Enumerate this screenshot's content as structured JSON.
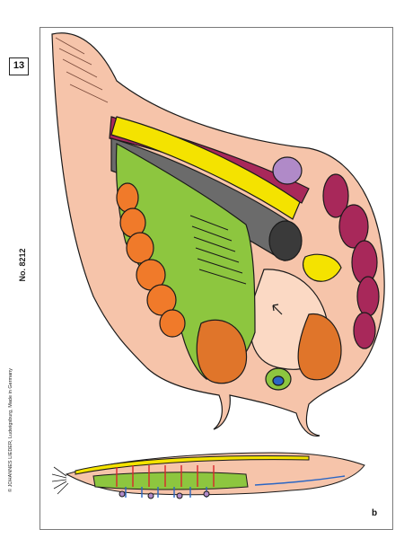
{
  "plate_number": "13",
  "catalog_number": "No. 8212",
  "copyright": "© JOHANNES LIEDER, Ludwigsburg, Made in Germany",
  "view_label": "b",
  "colors": {
    "skin": "#f6c4aa",
    "skin_dark": "#e8a98c",
    "body_cavity": "#fbd9c4",
    "dorsal_muscle": "#a8285a",
    "notochord": "#6b6b6b",
    "nerve_cord": "#f4e300",
    "gut_wall": "#8dc63f",
    "gonad": "#f07a2a",
    "liver": "#e0752a",
    "blood_vessel": "#d9262b",
    "vein": "#2a66c4",
    "cyan_vessel": "#21b0d8",
    "fin_ray": "#b08ac8",
    "outline": "#1a1a1a"
  }
}
